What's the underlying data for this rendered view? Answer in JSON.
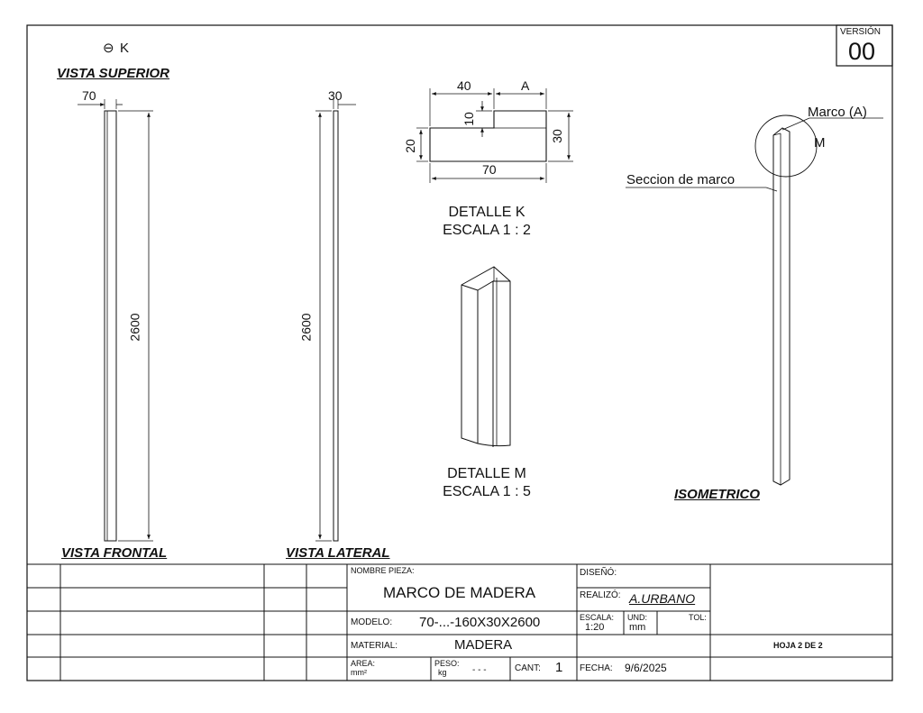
{
  "version": {
    "label": "VERSIÓN",
    "value": "00"
  },
  "views": {
    "superior": "VISTA SUPERIOR",
    "frontal": "VISTA FRONTAL",
    "lateral": "VISTA LATERAL",
    "isometrico": "ISOMETRICO"
  },
  "section_marker": {
    "symbol": "⊖",
    "letter": "K"
  },
  "dims": {
    "frontal_width": "70",
    "frontal_height": "2600",
    "lateral_width": "30",
    "lateral_height": "2600",
    "k_top_left": "40",
    "k_top_right": "A",
    "k_step": "10",
    "k_left": "20",
    "k_right": "30",
    "k_bottom": "70"
  },
  "detail_k": {
    "line1": "DETALLE K",
    "line2": "ESCALA 1 : 2"
  },
  "detail_m": {
    "line1": "DETALLE M",
    "line2": "ESCALA 1 : 5"
  },
  "iso": {
    "marco": "Marco (A)",
    "m": "M",
    "seccion": "Seccion de marco"
  },
  "titleblock": {
    "nombre_label": "NOMBRE PIEZA:",
    "nombre": "MARCO DE MADERA",
    "modelo_label": "MODELO:",
    "modelo": "70-...-160X30X2600",
    "material_label": "MATERIAL:",
    "material": "MADERA",
    "area_label": "AREA:",
    "area_unit": "mm²",
    "peso_label": "PESO:",
    "peso_unit": "kg",
    "peso_value": "- - -",
    "cant_label": "CANT:",
    "cant": "1",
    "diseno_label": "DISEÑÓ:",
    "realizo_label": "REALIZÓ:",
    "realizo": "A.URBANO",
    "escala_label": "ESCALA:",
    "escala": "1:20",
    "und_label": "UND:",
    "und": "mm",
    "tol_label": "TOL:",
    "fecha_label": "FECHA:",
    "fecha": "9/6/2025",
    "hoja": "HOJA 2 DE 2"
  }
}
